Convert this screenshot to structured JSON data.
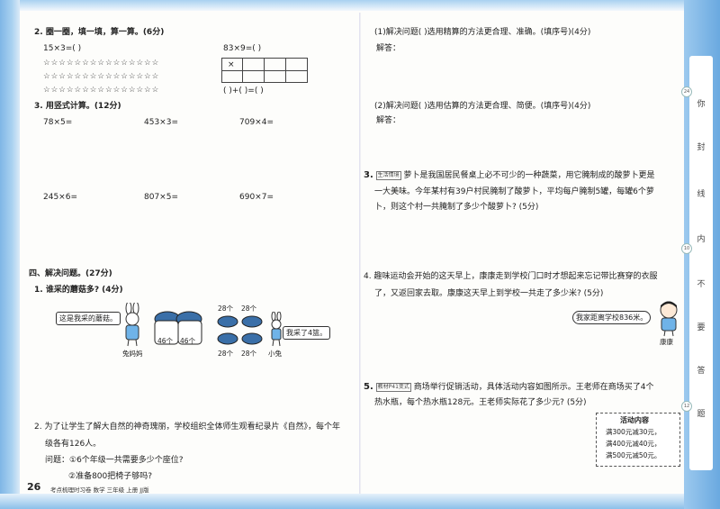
{
  "page_number": "26",
  "footer_text": "考点梳理时习卷  数学  三年级  上册  JJ版",
  "side_chars": [
    "你",
    "封",
    "线",
    "内",
    "不",
    "要",
    "答",
    "题"
  ],
  "side_marks": [
    "24",
    "10",
    "12"
  ],
  "left": {
    "q2_title": "2. 圈一圈，填一填，算一算。(6分)",
    "q2_eq1": "15×3=(        )",
    "q2_eq2": "83×9=(        )",
    "q2_mult": "×",
    "q2_sum": "(        )+(        )=(        )",
    "q3_title": "3. 用竖式计算。(12分)",
    "calc_row1": [
      "78×5=",
      "453×3=",
      "709×4="
    ],
    "calc_row2": [
      "245×6=",
      "807×5=",
      "690×7="
    ],
    "sec4_title": "四、解决问题。(27分)",
    "p1_title": "1. 谁采的蘑菇多? (4分)",
    "p1_rabbit_says": "这是我采的蘑菇。",
    "p1_rabbit_name": "兔妈妈",
    "p1_basket_label": "46个",
    "p1_count": "28个",
    "p1_small_says": "我采了4篮。",
    "p1_small_name": "小兔",
    "p2_text1": "2. 为了让学生了解大自然的神奇瑰丽，学校组织全体师生观看纪录片《自然》，每个年",
    "p2_text2": "级各有126人。",
    "p2_q1": "问题：①6个年级一共需要多少个座位?",
    "p2_q2": "②准备800把椅子够吗?"
  },
  "right": {
    "r1_q": "(1)解决问题(        )选用精算的方法更合理、准确。(填序号)(4分)",
    "r1_ans": "解答：",
    "r2_q": "(2)解决问题(        )选用估算的方法更合理、简便。(填序号)(4分)",
    "r2_ans": "解答：",
    "p3_tag": "生活情境",
    "p3_line1": "萝卜是我国居民餐桌上必不可少的一种蔬菜，用它腌制成的酸萝卜更是",
    "p3_line2": "一大美味。今年某村有39户村民腌制了酸萝卜，平均每户腌制5罐，每罐6个萝",
    "p3_line3": "卜，则这个村一共腌制了多少个酸萝卜? (5分)",
    "p4_line1": "4. 趣味运动会开始的这天早上，康康走到学校门口时才想起来忘记带比赛穿的衣服",
    "p4_line2": "了，又返回家去取。康康这天早上到学校一共走了多少米? (5分)",
    "p4_bubble": "我家距离学校836米。",
    "p4_name": "康康",
    "p5_tag": "教材P41变式",
    "p5_line1": "商场举行促销活动，具体活动内容如图所示。王老师在商场买了4个",
    "p5_line2": "热水瓶，每个热水瓶128元。王老师实际花了多少元? (5分)",
    "promo_title": "活动内容",
    "promo_items": [
      "满300元减30元，",
      "满400元减40元，",
      "满500元减50元。"
    ]
  }
}
